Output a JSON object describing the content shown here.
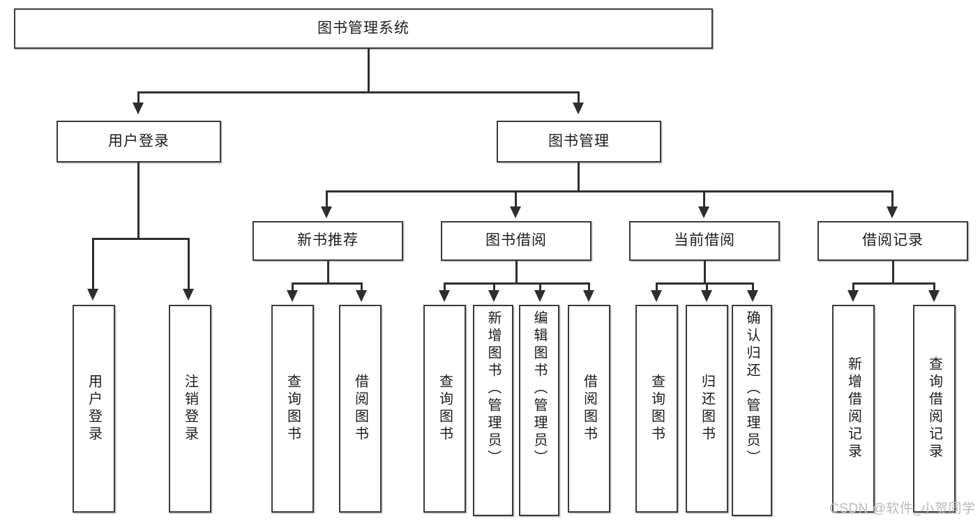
{
  "diagram": {
    "title": "图书管理系统",
    "watermark": "CSDN @软件_小贺同学",
    "root": {
      "label": "图书管理系统"
    },
    "level2": [
      {
        "label": "用户登录"
      },
      {
        "label": "图书管理"
      }
    ],
    "level3": [
      {
        "label": "新书推荐"
      },
      {
        "label": "图书借阅"
      },
      {
        "label": "当前借阅"
      },
      {
        "label": "借阅记录"
      }
    ],
    "leaves": [
      {
        "label": "用户登录",
        "parent": "用户登录"
      },
      {
        "label": "注销登录",
        "parent": "用户登录"
      },
      {
        "label": "查询图书",
        "parent": "新书推荐"
      },
      {
        "label": "借阅图书",
        "parent": "新书推荐"
      },
      {
        "label": "查询图书",
        "parent": "图书借阅"
      },
      {
        "label": "新增图书（管理员）",
        "parent": "图书借阅"
      },
      {
        "label": "编辑图书（管理员）",
        "parent": "图书借阅"
      },
      {
        "label": "借阅图书",
        "parent": "图书借阅"
      },
      {
        "label": "查询图书",
        "parent": "当前借阅"
      },
      {
        "label": "归还图书",
        "parent": "当前借阅"
      },
      {
        "label": "确认归还（管理员）",
        "parent": "当前借阅"
      },
      {
        "label": "新增借阅记录",
        "parent": "借阅记录"
      },
      {
        "label": "查询借阅记录",
        "parent": "借阅记录"
      }
    ]
  },
  "colors": {
    "border": "#3a3a3a",
    "line": "#2e2e2e",
    "background": "#ffffff",
    "watermark": "#b9b9b9"
  }
}
